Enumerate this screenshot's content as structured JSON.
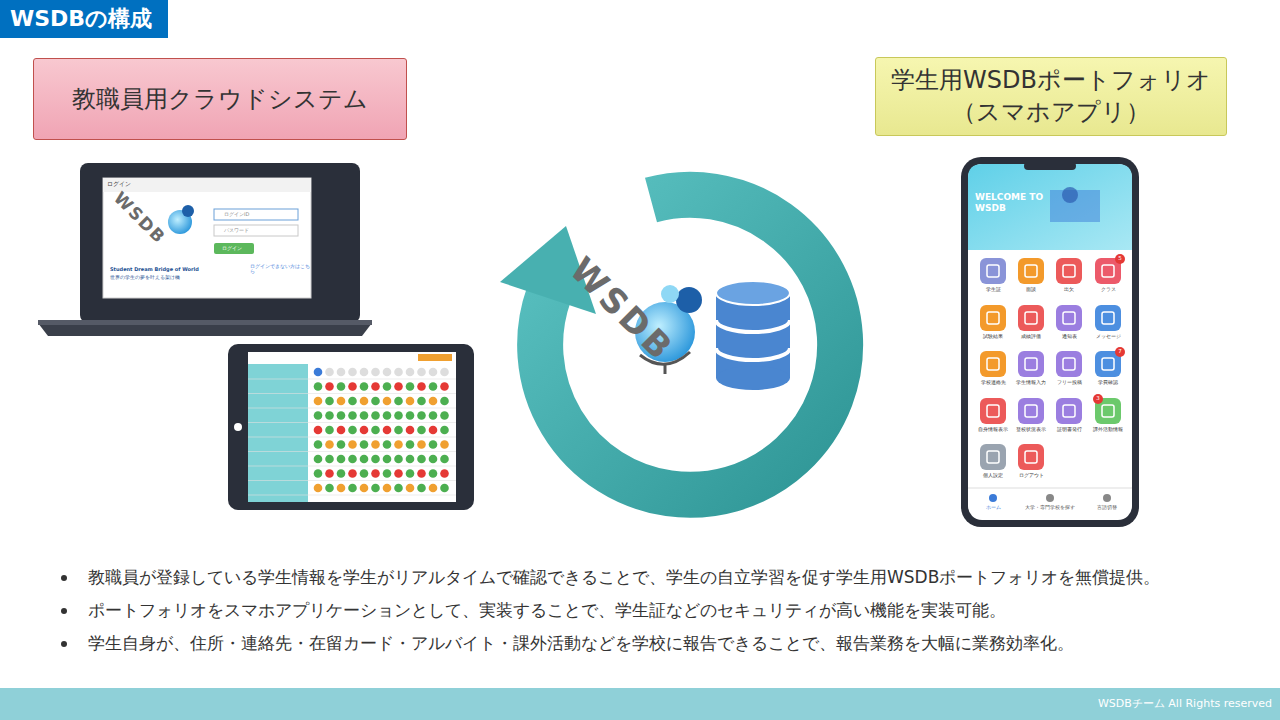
{
  "diagram": {
    "title": "WSDBの構成",
    "nodes": [
      {
        "text": [
          "教職員用クラウドシステム"
        ]
      },
      {
        "text": [
          "学生用WSDBポートフォリオ （スマホアプリ）"
        ]
      }
    ],
    "labels": [
      "WSDB",
      "ログイン",
      "WSDB",
      "Student Dream Bridge of World",
      "世界の学生の夢を叶える架け橋",
      "ログインID",
      "パスワード",
      "ログイン",
      "ログインできない方はこちら",
      "WELCOME TO WSDB",
      "学生証",
      "面談",
      "出欠",
      "クラス",
      "試験結果",
      "成績評価",
      "通知表",
      "メッセージ",
      "学校連絡先",
      "学生情報入力",
      "フリー投稿",
      "学費確認",
      "自身情報表示",
      "登校状況表示",
      "証明書発行",
      "課外活動情報",
      "個人設定",
      "ログアウト",
      "5",
      "7",
      "3",
      "ホーム",
      "大学・専門学校を探す",
      "言語切替",
      "教職員が登録している学生情報を学生がリアルタイムで確認できることで、学生の自立学習を促す学生用WSDBポートフォリオを無償提供。",
      "ポートフォリオをスマホアプリケーションとして、実装することで、学生証などのセキュリティが高い機能を実装可能。",
      "学生自身が、住所・連絡先・在留カード・アルバイト・課外活動などを学校に報告できることで、報告業務を大幅に業務効率化。",
      "WSDBチーム All Rights reserved"
    ]
  }
}
